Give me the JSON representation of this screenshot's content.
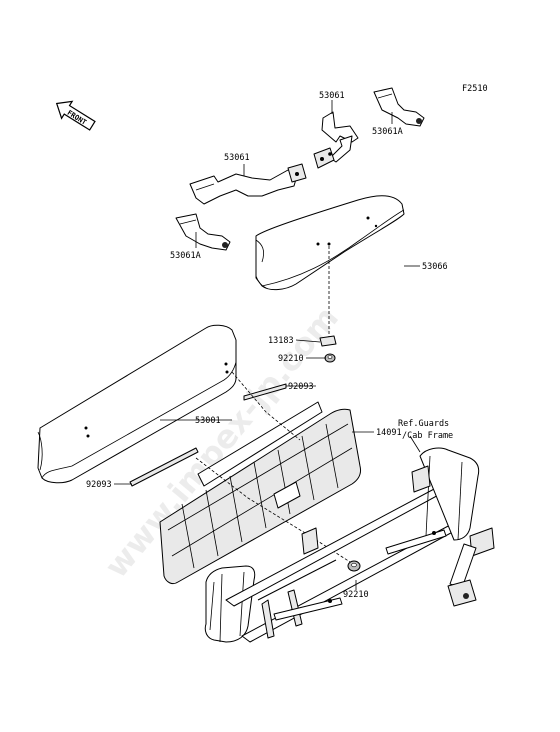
{
  "figure_code": "F2510",
  "front_label": "FRONT",
  "watermark": "www.impex-jp.com",
  "parts": {
    "p53061_top": "53061",
    "p53061a_top": "53061A",
    "p53061_left": "53061",
    "p53061a_left": "53061A",
    "p53066": "53066",
    "p13183": "13183",
    "p92210_top": "92210",
    "p92093_right": "92093",
    "p53001": "53001",
    "p14091": "14091",
    "p92093_left": "92093",
    "p92210_bottom": "92210"
  },
  "reference": {
    "line1": "Ref.Guards",
    "line2": "/Cab Frame"
  }
}
